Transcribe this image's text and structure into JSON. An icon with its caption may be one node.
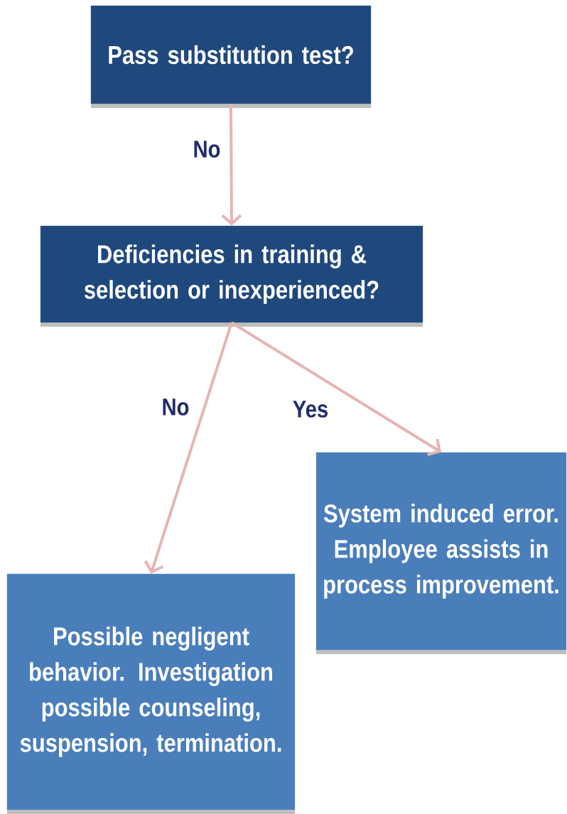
{
  "diagram": {
    "nodes": [
      {
        "text": [
          "Pass substitution test?"
        ]
      },
      {
        "text": [
          "Deficiencies in training & selection or inexperienced?"
        ]
      },
      {
        "text": [
          "System induced error.  Employee assists in process improvement."
        ]
      },
      {
        "text": [
          "Possible negligent behavior. Investigation possible counseling, suspension, termination."
        ]
      }
    ],
    "edges": [
      {
        "from": 0,
        "to": 1,
        "arrow": "to",
        "label": "No"
      },
      {
        "from": 1,
        "to": 3,
        "arrow": "to",
        "label": "No"
      },
      {
        "from": 1,
        "to": 2,
        "arrow": "to",
        "label": "Yes"
      }
    ]
  }
}
